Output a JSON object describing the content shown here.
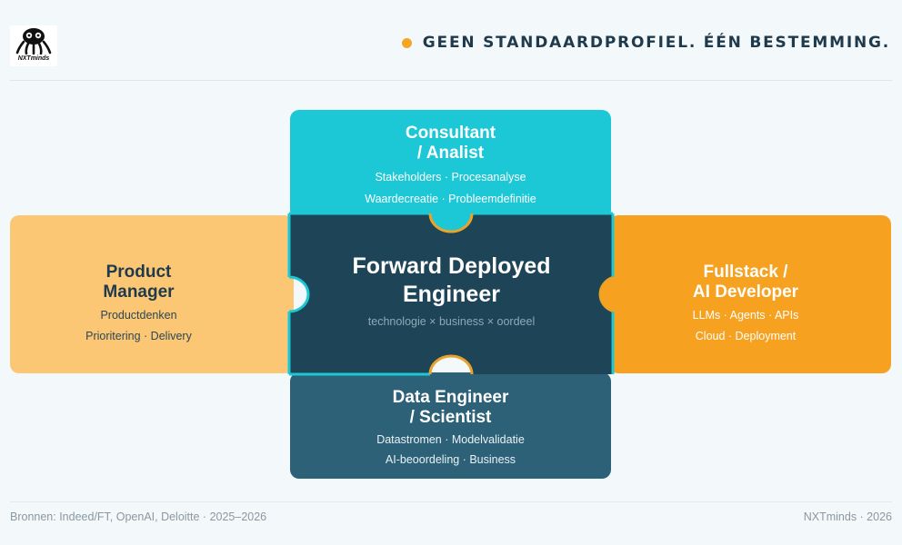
{
  "brand": {
    "logo_text": "NXTminds",
    "logo_icon": "octopus-icon"
  },
  "header": {
    "title": "GEEN STANDAARDPROFIEL. ÉÉN BESTEMMING."
  },
  "pieces": {
    "top": {
      "title": "Consultant\n/ Analist",
      "sub1": "Stakeholders · Procesanalyse",
      "sub2": "Waardecreatie · Probleemdefinitie",
      "color": "#1cc8d6"
    },
    "left": {
      "title": "Product\nManager",
      "sub1": "Productdenken",
      "sub2": "Prioritering · Delivery",
      "color": "#fbc774"
    },
    "right": {
      "title": "Fullstack /\nAI Developer",
      "sub1": "LLMs · Agents · APIs",
      "sub2": "Cloud · Deployment",
      "color": "#f6a11f"
    },
    "bottom": {
      "title": "Data Engineer\n/ Scientist",
      "sub1": "Datastromen · Modelvalidatie",
      "sub2": "AI-beoordeling · Business",
      "color": "#2d6178"
    }
  },
  "center": {
    "title": "Forward Deployed\nEngineer",
    "subtitle": "technologie × business × oordeel",
    "color": "#1e4457"
  },
  "footer": {
    "left": "Bronnen: Indeed/FT, OpenAI, Deloitte · 2025–2026",
    "right": "NXTminds · 2026"
  },
  "colors": {
    "accent": "#f5a623",
    "heading": "#1e3a4c",
    "teal_outline": "#1cc8d6",
    "gold_outline": "#e8a42a"
  }
}
